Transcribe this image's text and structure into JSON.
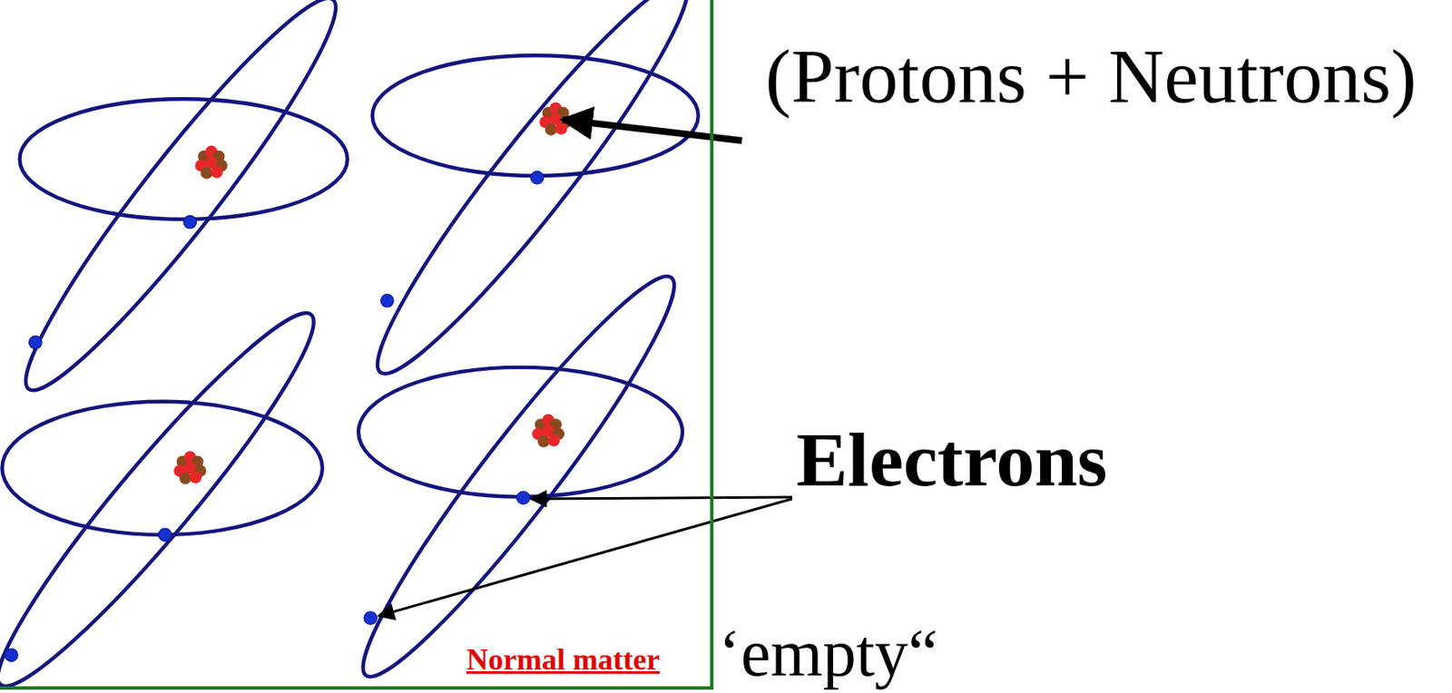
{
  "diagram": {
    "nodes": [
      {
        "text": [
          "Normal matter"
        ]
      }
    ],
    "labels": [
      "(Protons + Neutrons)",
      "Electrons",
      "‘empty“"
    ]
  }
}
